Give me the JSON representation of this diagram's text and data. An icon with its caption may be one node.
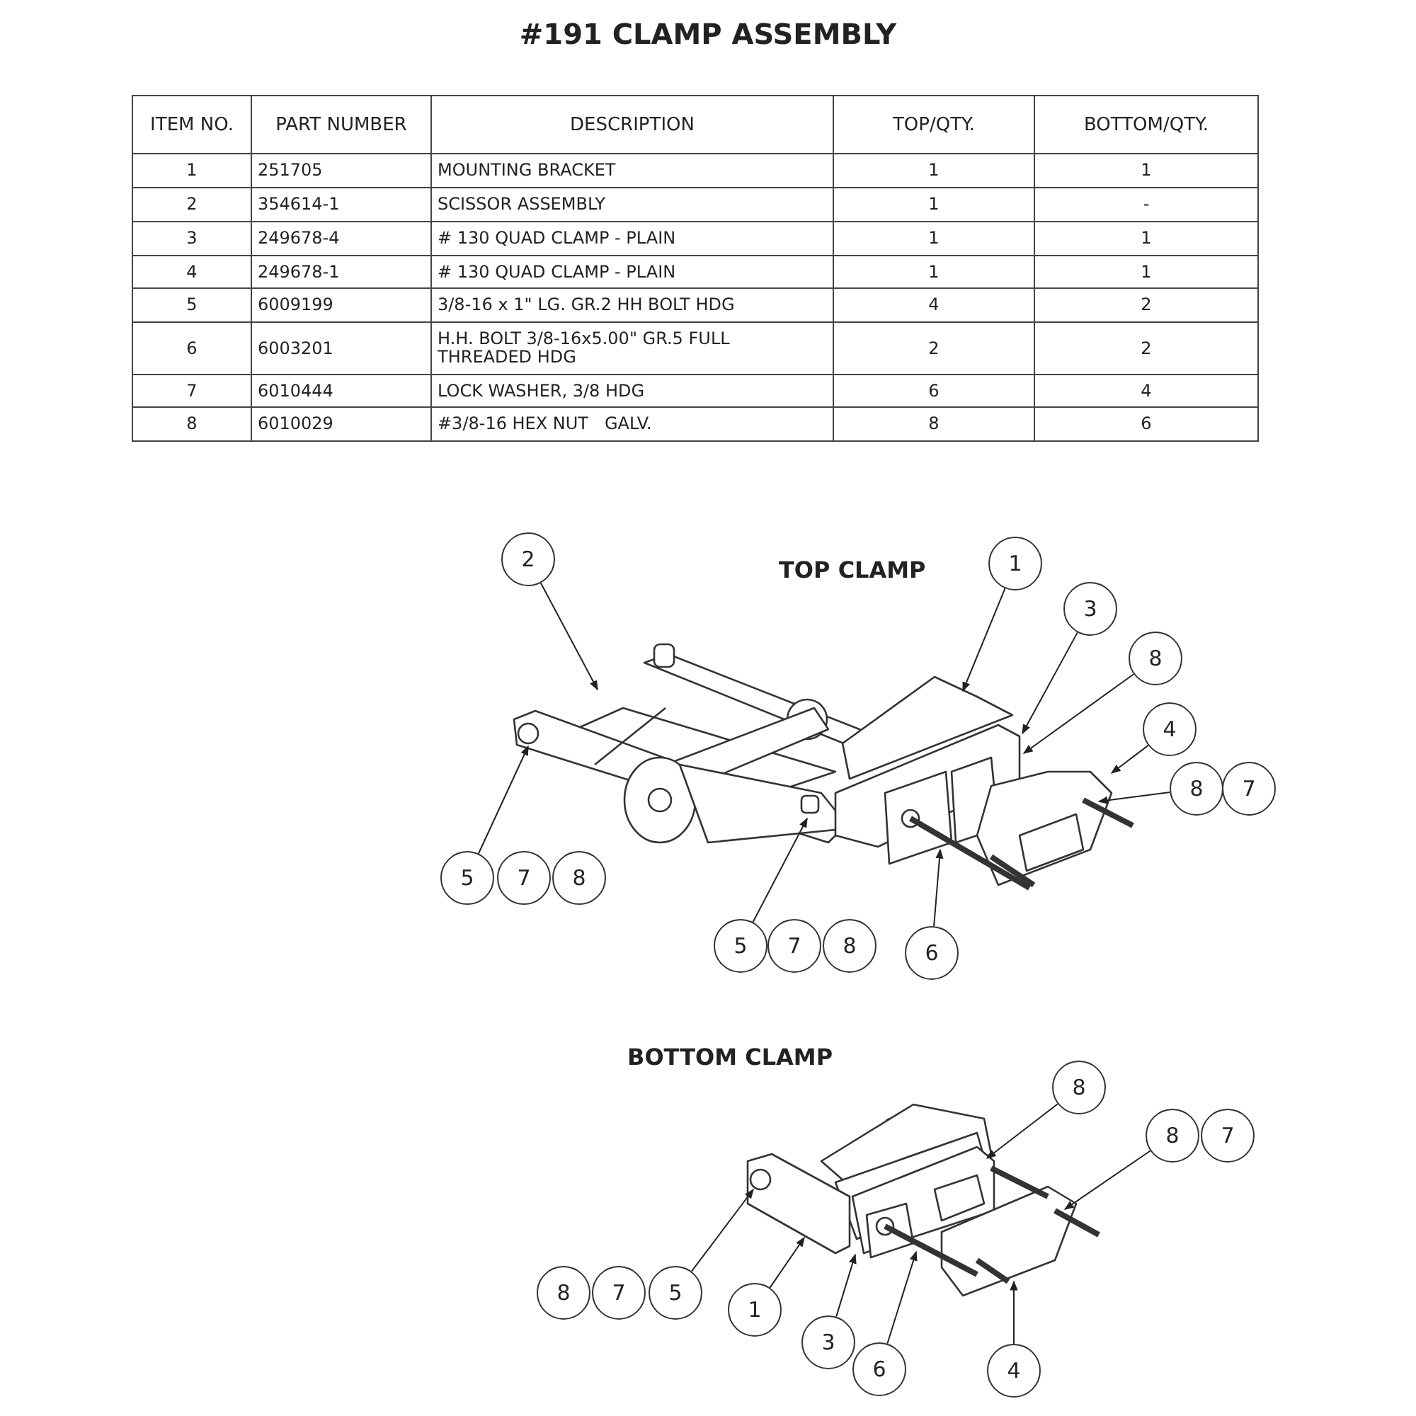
{
  "diagram": {
    "title": "#191 CLAMP ASSEMBLY",
    "nodes": [
      {
        "text": [
          "2"
        ]
      },
      {
        "text": [
          "1"
        ]
      },
      {
        "text": [
          "3"
        ]
      },
      {
        "text": [
          "8"
        ]
      },
      {
        "text": [
          "4"
        ]
      },
      {
        "text": [
          "8"
        ]
      },
      {
        "text": [
          "7"
        ]
      },
      {
        "text": [
          "5"
        ]
      },
      {
        "text": [
          "7"
        ]
      },
      {
        "text": [
          "8"
        ]
      },
      {
        "text": [
          "5"
        ]
      },
      {
        "text": [
          "7"
        ]
      },
      {
        "text": [
          "8"
        ]
      },
      {
        "text": [
          "6"
        ]
      },
      {
        "text": [
          "8"
        ]
      },
      {
        "text": [
          "8"
        ]
      },
      {
        "text": [
          "7"
        ]
      },
      {
        "text": [
          "8"
        ]
      },
      {
        "text": [
          "7"
        ]
      },
      {
        "text": [
          "5"
        ]
      },
      {
        "text": [
          "1"
        ]
      },
      {
        "text": [
          "3"
        ]
      },
      {
        "text": [
          "6"
        ]
      },
      {
        "text": [
          "4"
        ]
      }
    ],
    "edges": [
      {
        "from": 0,
        "to": null,
        "arrow": "to"
      },
      {
        "from": 1,
        "to": null,
        "arrow": "to"
      },
      {
        "from": 2,
        "to": null,
        "arrow": "to"
      },
      {
        "from": 3,
        "to": null,
        "arrow": "to"
      },
      {
        "from": 4,
        "to": null,
        "arrow": "to"
      },
      {
        "from": 5,
        "to": null,
        "arrow": "to"
      },
      {
        "from": 7,
        "to": null,
        "arrow": "to"
      },
      {
        "from": 10,
        "to": null,
        "arrow": "to"
      },
      {
        "from": 13,
        "to": null,
        "arrow": "to"
      },
      {
        "from": 14,
        "to": null,
        "arrow": "to"
      },
      {
        "from": 15,
        "to": null,
        "arrow": "to"
      },
      {
        "from": 19,
        "to": null,
        "arrow": "to"
      },
      {
        "from": 20,
        "to": null,
        "arrow": "to"
      },
      {
        "from": 21,
        "to": null,
        "arrow": "to"
      },
      {
        "from": 22,
        "to": null,
        "arrow": "to"
      },
      {
        "from": 23,
        "to": null,
        "arrow": "to"
      }
    ],
    "labels": [
      "TOP CLAMP",
      "BOTTOM CLAMP",
      "ITEM NO.",
      "PART NUMBER",
      "DESCRIPTION",
      "TOP/QTY.",
      "BOTTOM/QTY.",
      "1",
      "251705",
      "MOUNTING BRACKET",
      "1",
      "1",
      "2",
      "354614-1",
      "SCISSOR ASSEMBLY",
      "1",
      "-",
      "3",
      "249678-4",
      "# 130 QUAD CLAMP - PLAIN",
      "1",
      "1",
      "4",
      "249678-1",
      "# 130 QUAD CLAMP - PLAIN",
      "1",
      "1",
      "5",
      "6009199",
      "3/8-16 x 1\" LG. GR.2 HH BOLT HDG",
      "4",
      "2",
      "6",
      "6003201",
      "H.H. BOLT 3/8-16x5.00\" GR.5 FULL THREADED HDG",
      "2",
      "2",
      "7",
      "6010444",
      "LOCK WASHER, 3/8 HDG",
      "6",
      "4",
      "8",
      "6010029",
      "#3/8-16 HEX NUT   GALV.",
      "8",
      "6"
    ]
  }
}
